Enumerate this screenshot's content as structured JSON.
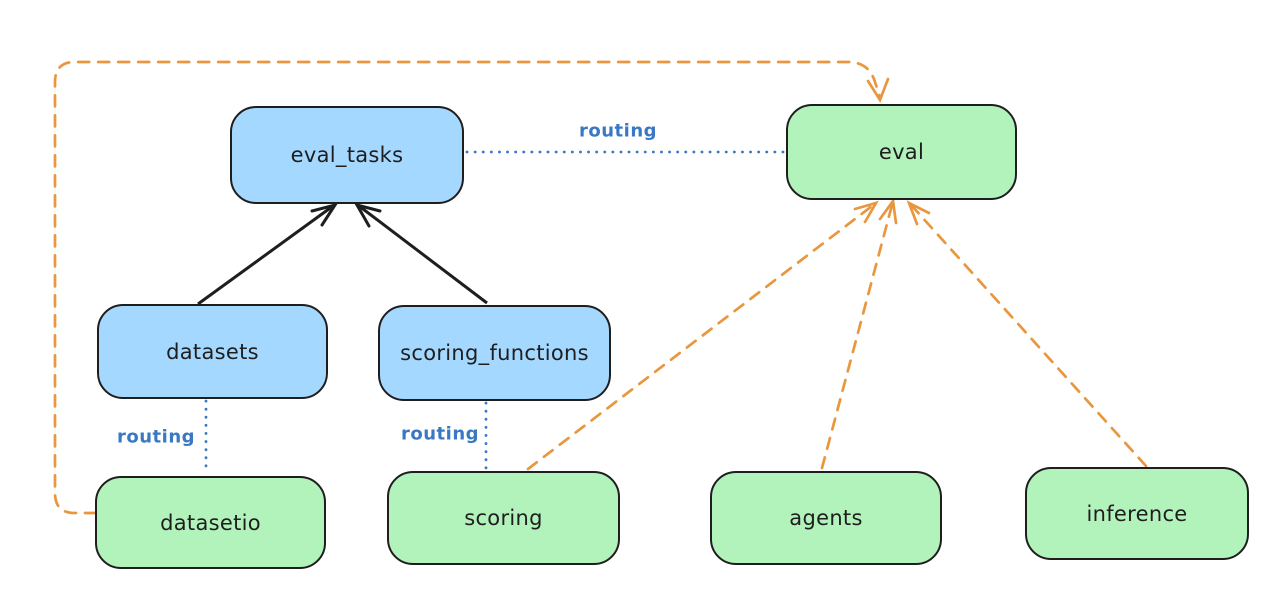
{
  "diagram": {
    "style": "hand-drawn",
    "background": "#ffffff"
  },
  "colors": {
    "ink": "#1e1e1e",
    "blue_fill": "#a5d8ff",
    "green_fill": "#b2f2bb",
    "orange": "#e8973f",
    "routing_blue": "#3b78c4",
    "canvas_bg": "#ffffff"
  },
  "nodes": [
    {
      "id": "eval_tasks",
      "label": "eval_tasks",
      "fill": "blue"
    },
    {
      "id": "eval",
      "label": "eval",
      "fill": "green"
    },
    {
      "id": "datasets",
      "label": "datasets",
      "fill": "blue"
    },
    {
      "id": "scoring_functions",
      "label": "scoring_functions",
      "fill": "blue"
    },
    {
      "id": "datasetio",
      "label": "datasetio",
      "fill": "green"
    },
    {
      "id": "scoring",
      "label": "scoring",
      "fill": "green"
    },
    {
      "id": "agents",
      "label": "agents",
      "fill": "green"
    },
    {
      "id": "inference",
      "label": "inference",
      "fill": "green"
    }
  ],
  "edges": [
    {
      "id": "datasets-to-eval_tasks",
      "type": "solid-arrow",
      "color": "black",
      "label": ""
    },
    {
      "id": "scoring_functions-to-eval_tasks",
      "type": "solid-arrow",
      "color": "black",
      "label": ""
    },
    {
      "id": "eval_tasks-to-eval",
      "type": "dotted",
      "color": "blue",
      "label": "routing"
    },
    {
      "id": "datasets-to-datasetio",
      "type": "dotted",
      "color": "blue",
      "label": "routing"
    },
    {
      "id": "scoring_functions-to-scoring",
      "type": "dotted",
      "color": "blue",
      "label": "routing"
    },
    {
      "id": "datasetio-to-eval",
      "type": "dashed-arrow",
      "color": "orange",
      "label": ""
    },
    {
      "id": "scoring-to-eval",
      "type": "dashed-arrow",
      "color": "orange",
      "label": ""
    },
    {
      "id": "agents-to-eval",
      "type": "dashed-arrow",
      "color": "orange",
      "label": ""
    },
    {
      "id": "inference-to-eval",
      "type": "dashed-arrow",
      "color": "orange",
      "label": ""
    }
  ]
}
